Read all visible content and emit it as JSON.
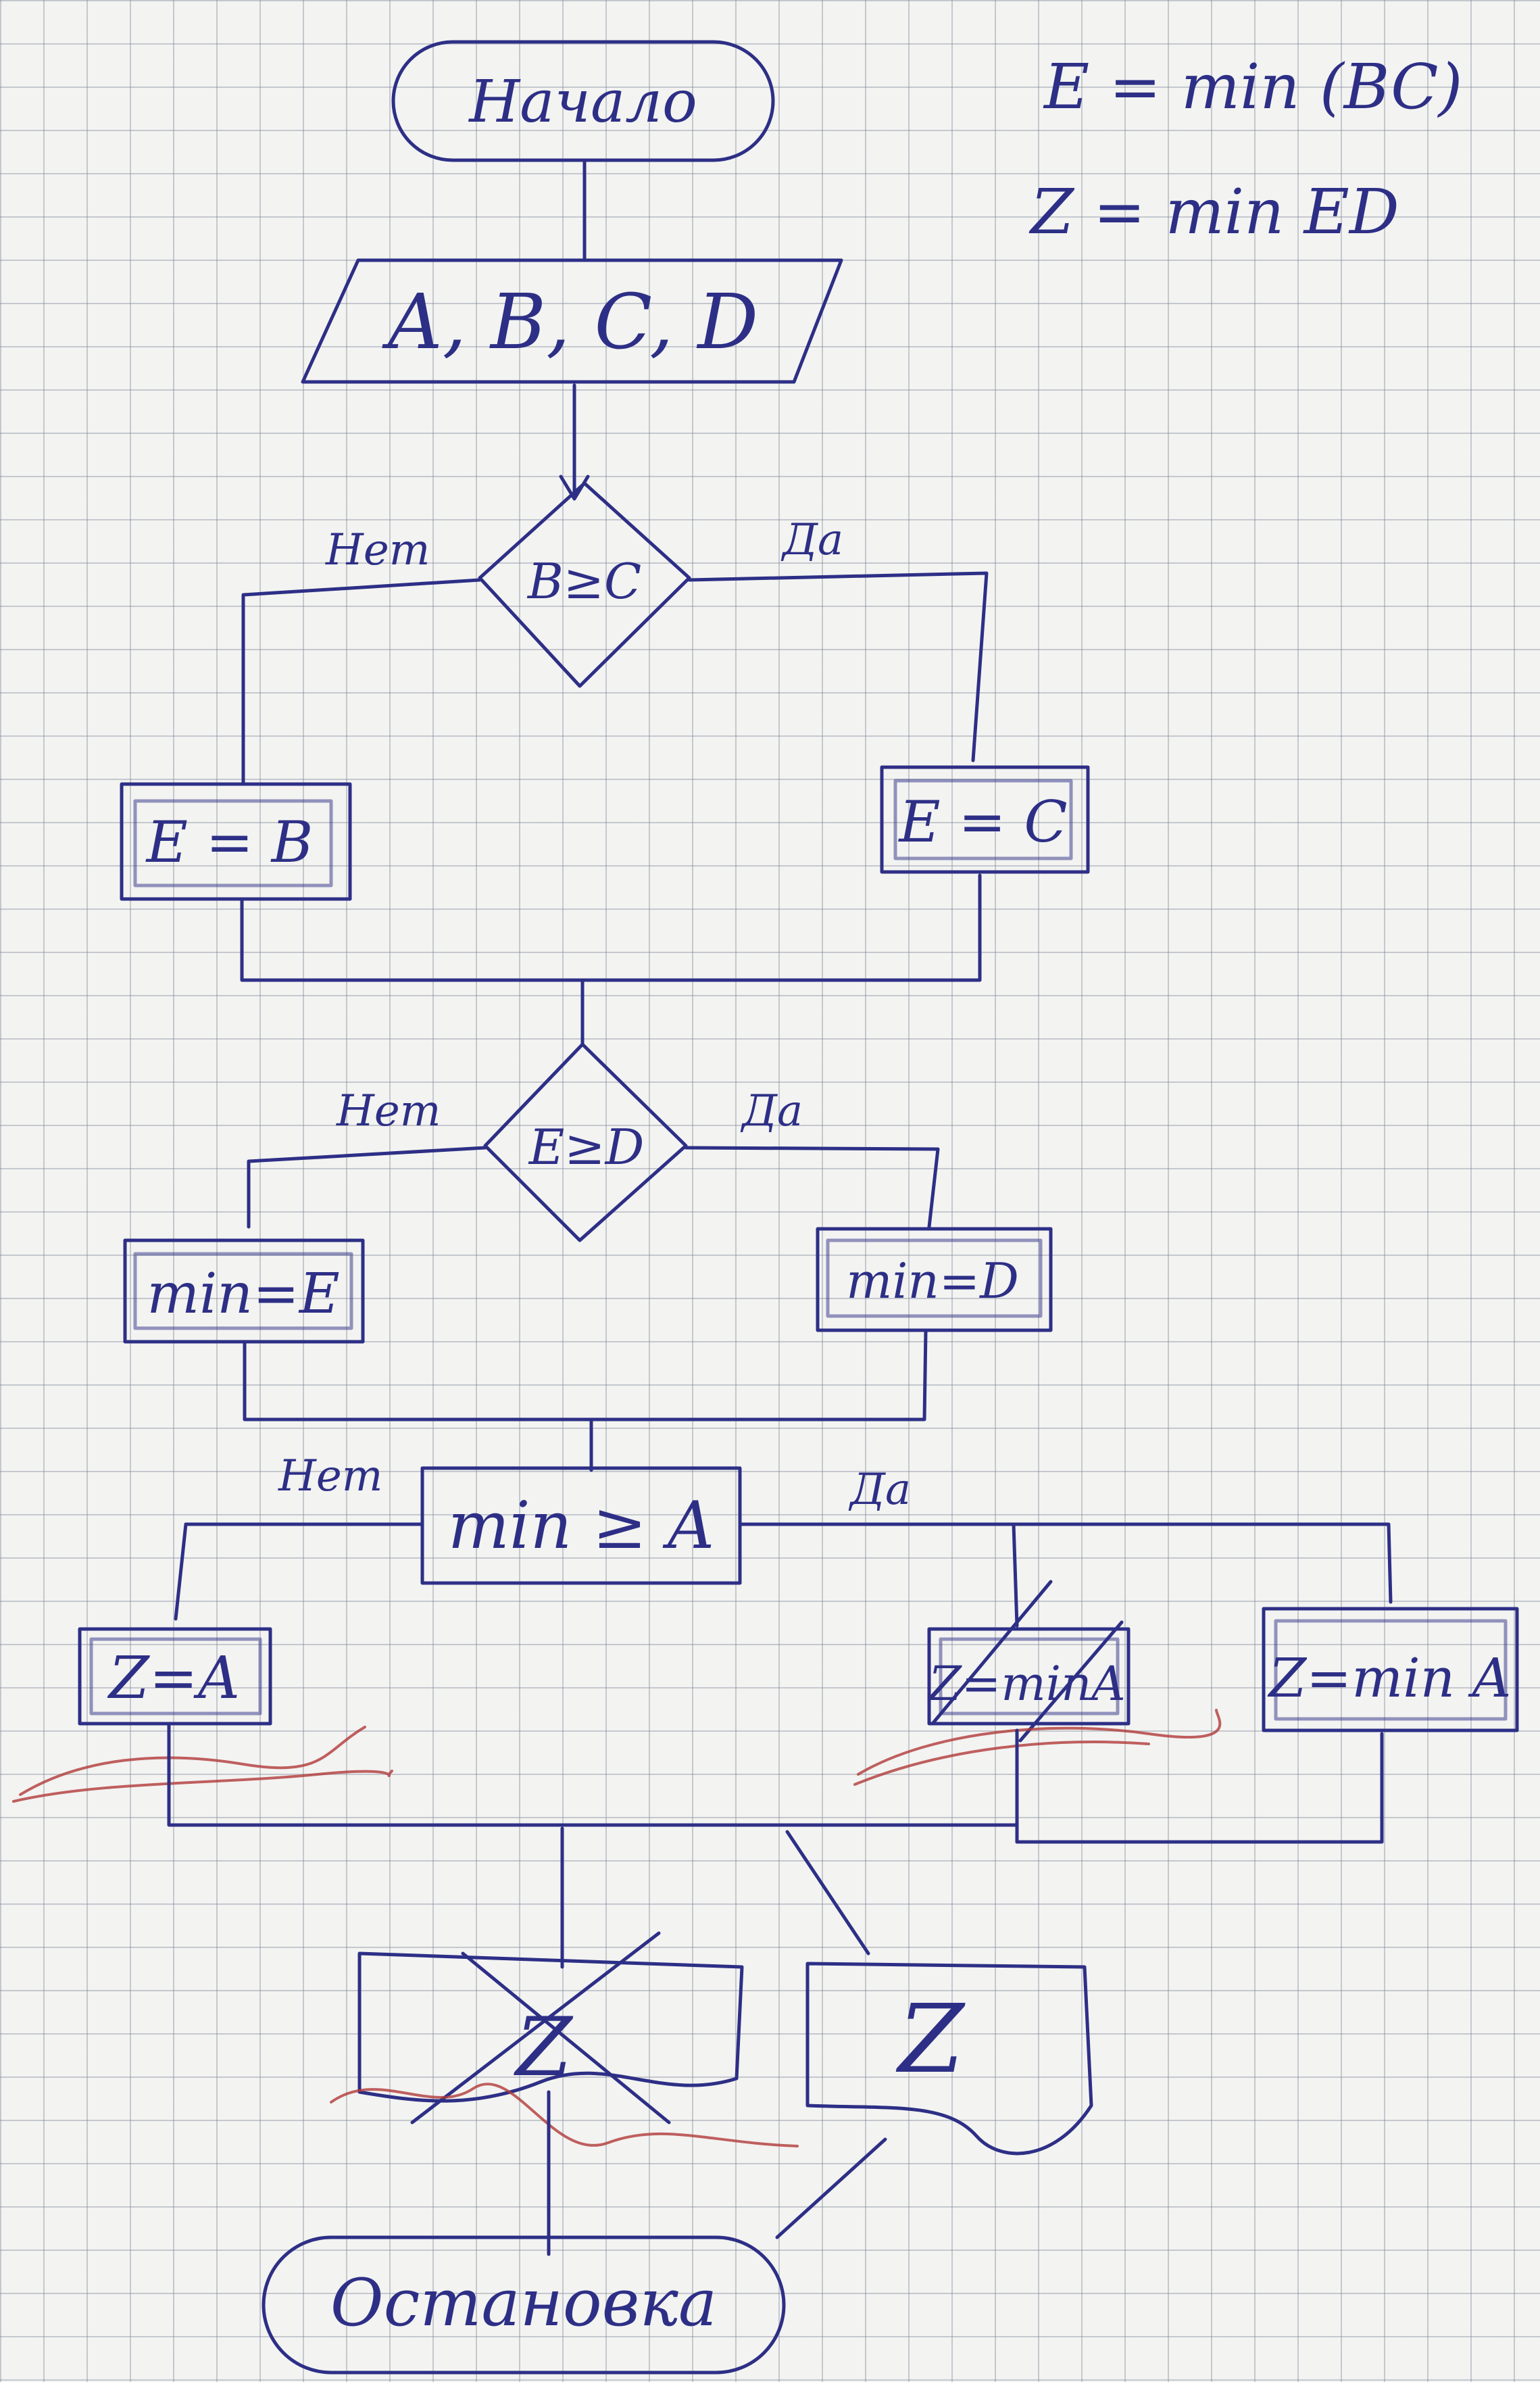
{
  "notes": {
    "line1": "E = min (BC)",
    "line2": "Z = min ED"
  },
  "nodes": {
    "start": "Начало",
    "input": "A, B, C, D",
    "cond1": "B≥C",
    "assign_e_b": "E = B",
    "assign_e_c": "E = C",
    "cond2": "E≥D",
    "assign_min_e": "min=E",
    "assign_min_d": "min=D",
    "cond3": "min ≥ A",
    "assign_z_a": "Z=A",
    "assign_z_mina_crossed": "Z=minA",
    "assign_z_mina": "Z=min A",
    "output_crossed": "Z",
    "output": "Z",
    "end": "Остановка"
  },
  "branches": {
    "no": "Нет",
    "yes": "Да"
  },
  "colors": {
    "ink": "#2d2f86",
    "correction": "#b03a3a",
    "paper": "#f3f3f1"
  }
}
